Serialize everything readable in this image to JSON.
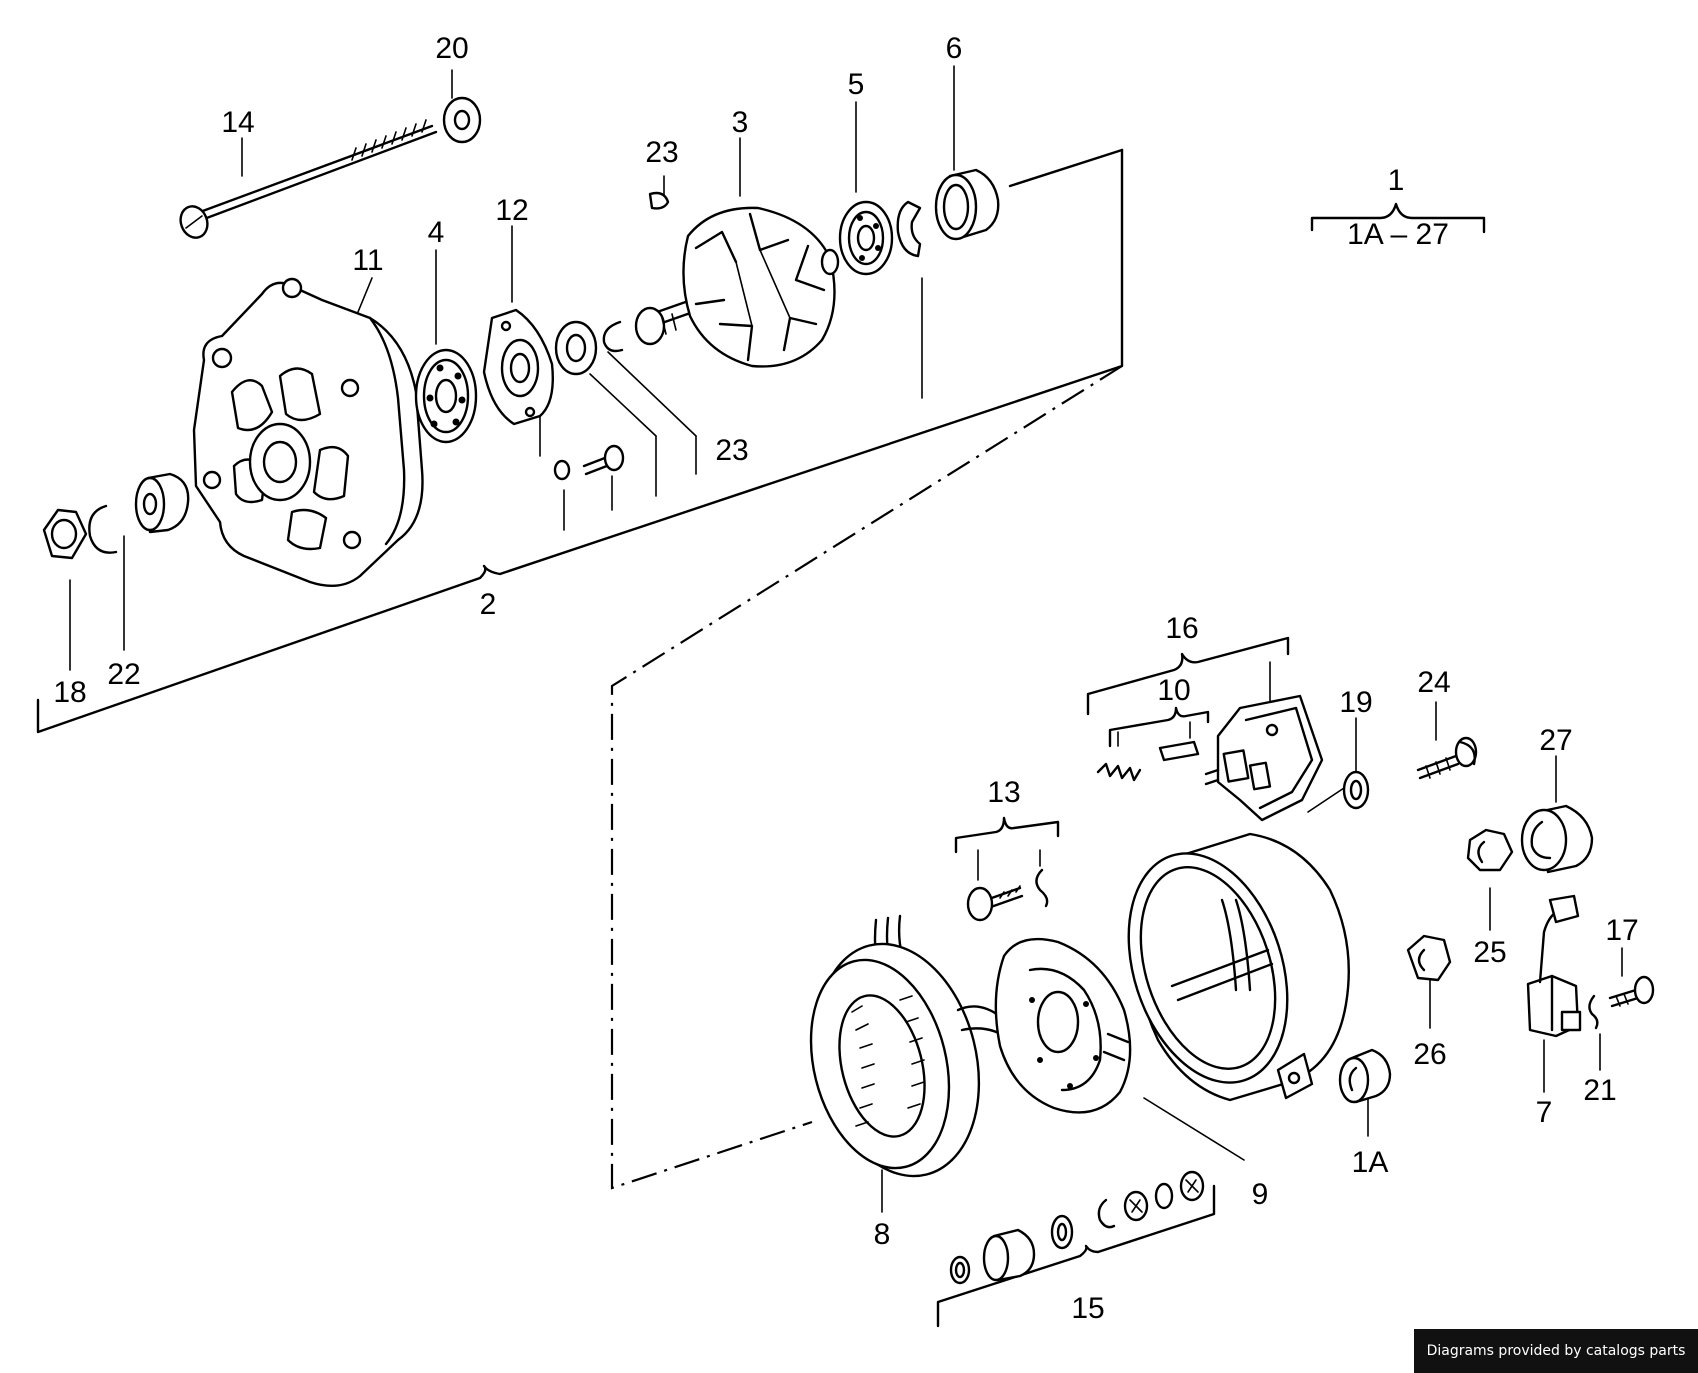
{
  "labels": {
    "p1": "1",
    "p1_range": "1A – 27",
    "p1A": "1A",
    "p2": "2",
    "p3": "3",
    "p4": "4",
    "p5": "5",
    "p6": "6",
    "p7": "7",
    "p8": "8",
    "p9": "9",
    "p10": "10",
    "p11": "11",
    "p12": "12",
    "p13": "13",
    "p14": "14",
    "p15": "15",
    "p16": "16",
    "p17": "17",
    "p18": "18",
    "p19": "19",
    "p20": "20",
    "p21": "21",
    "p22": "22",
    "p23a": "23",
    "p23b": "23",
    "p24": "24",
    "p25": "25",
    "p26": "26",
    "p27": "27"
  },
  "credit": "Diagrams provided by catalogs parts"
}
